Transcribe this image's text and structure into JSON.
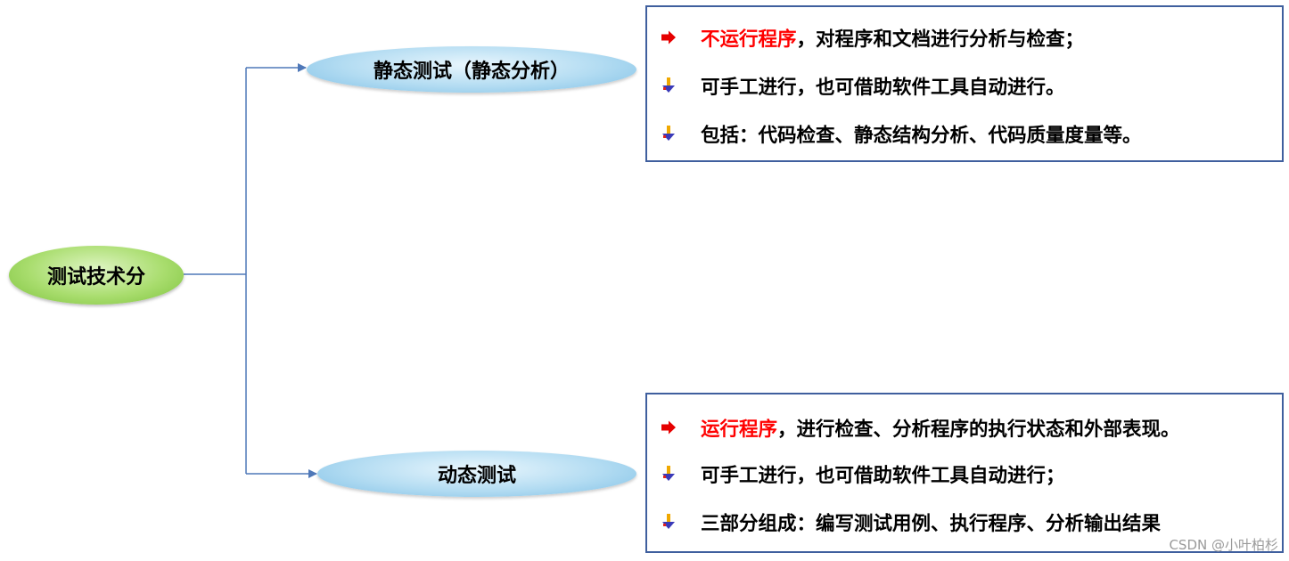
{
  "root": {
    "label": "测试技术分"
  },
  "branches": {
    "static": {
      "label": "静态测试（静态分析）",
      "bullets": [
        {
          "icon": "red-arrow-icon",
          "highlight": "不运行程序",
          "text": "，对程序和文档进行分析与检查；"
        },
        {
          "icon": "down-arrow-icon",
          "text": "可手工进行，也可借助软件工具自动进行。"
        },
        {
          "icon": "down-arrow-icon",
          "text": "包括：代码检查、静态结构分析、代码质量度量等。"
        }
      ]
    },
    "dynamic": {
      "label": "动态测试",
      "bullets": [
        {
          "icon": "red-arrow-icon",
          "highlight": "运行程序",
          "text": "，进行检查、分析程序的执行状态和外部表现。"
        },
        {
          "icon": "down-arrow-icon",
          "text": "可手工进行，也可借助软件工具自动进行；"
        },
        {
          "icon": "down-arrow-icon",
          "text": "三部分组成：编写测试用例、执行程序、分析输出结果"
        }
      ]
    }
  },
  "watermark": "CSDN @小叶柏杉",
  "colors": {
    "highlight": "#ff0000",
    "connector": "#4f78b8",
    "box_border": "#3f5f9e"
  }
}
